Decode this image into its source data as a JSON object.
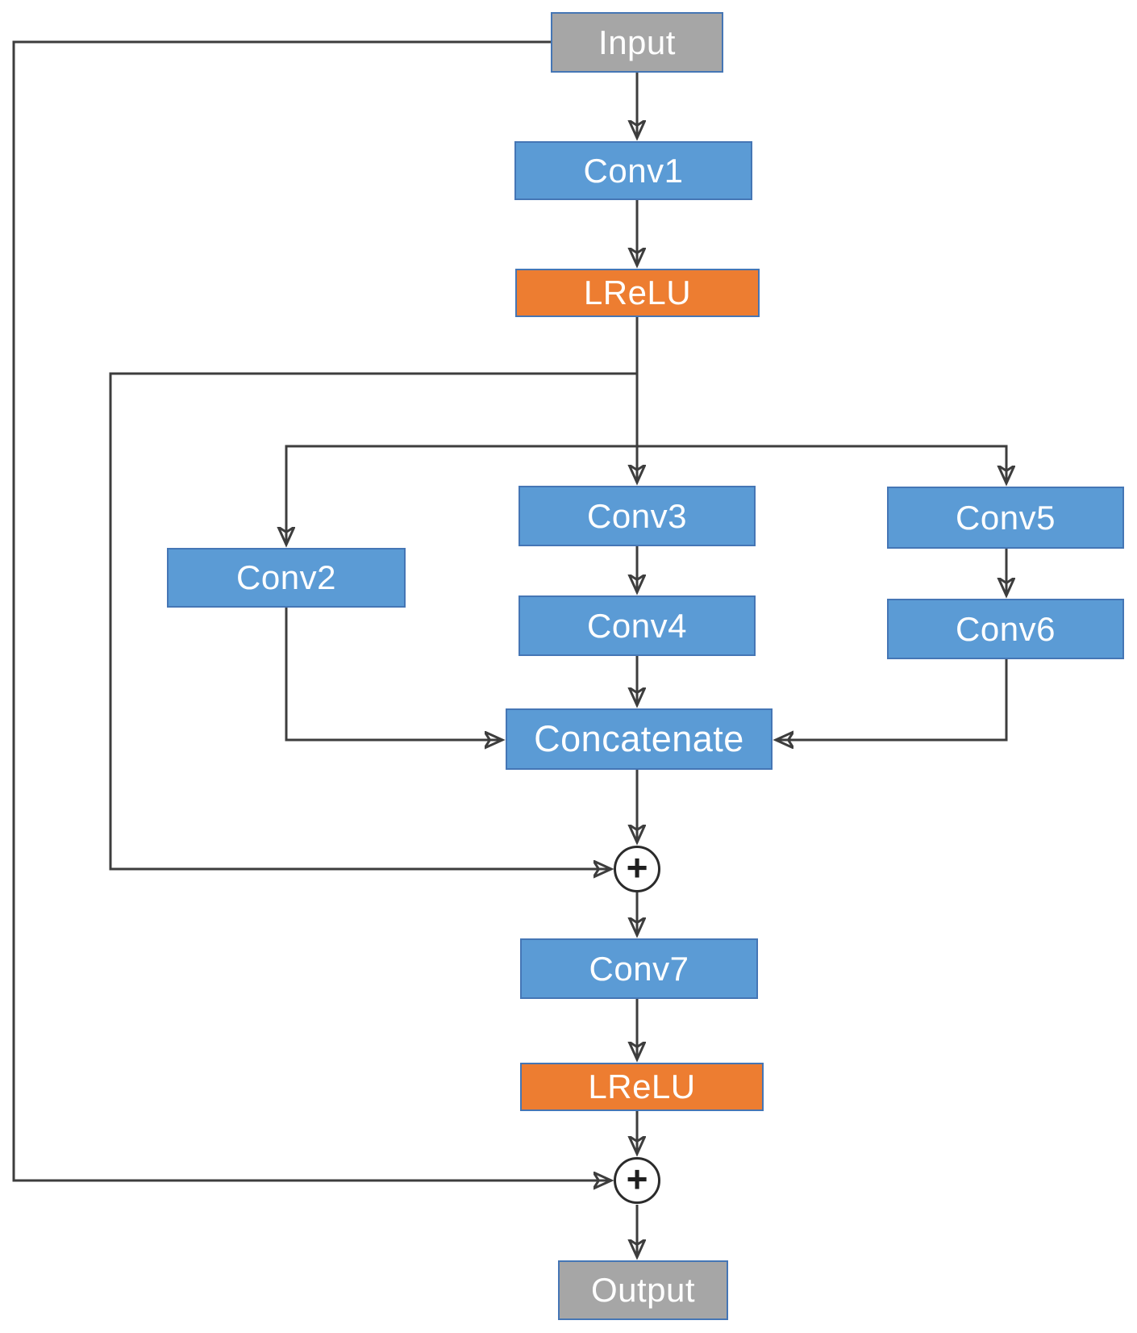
{
  "diagram": {
    "type": "neural-network-block-flowchart",
    "nodes": {
      "input": {
        "label": "Input"
      },
      "conv1": {
        "label": "Conv1"
      },
      "lrelu1": {
        "label": "LReLU"
      },
      "conv2": {
        "label": "Conv2"
      },
      "conv3": {
        "label": "Conv3"
      },
      "conv4": {
        "label": "Conv4"
      },
      "conv5": {
        "label": "Conv5"
      },
      "conv6": {
        "label": "Conv6"
      },
      "concatenate": {
        "label": "Concatenate"
      },
      "add1": {
        "label": "+"
      },
      "conv7": {
        "label": "Conv7"
      },
      "lrelu2": {
        "label": "LReLU"
      },
      "add2": {
        "label": "+"
      },
      "output": {
        "label": "Output"
      }
    },
    "edges": [
      {
        "from": "input",
        "to": "conv1"
      },
      {
        "from": "conv1",
        "to": "lrelu1"
      },
      {
        "from": "lrelu1",
        "to": "conv3"
      },
      {
        "from": "lrelu1",
        "to": "conv2"
      },
      {
        "from": "lrelu1",
        "to": "conv5"
      },
      {
        "from": "lrelu1",
        "to": "add1"
      },
      {
        "from": "conv2",
        "to": "concatenate"
      },
      {
        "from": "conv3",
        "to": "conv4"
      },
      {
        "from": "conv4",
        "to": "concatenate"
      },
      {
        "from": "conv5",
        "to": "conv6"
      },
      {
        "from": "conv6",
        "to": "concatenate"
      },
      {
        "from": "concatenate",
        "to": "add1"
      },
      {
        "from": "add1",
        "to": "conv7"
      },
      {
        "from": "conv7",
        "to": "lrelu2"
      },
      {
        "from": "lrelu2",
        "to": "add2"
      },
      {
        "from": "input",
        "to": "add2"
      },
      {
        "from": "add2",
        "to": "output"
      }
    ],
    "colors": {
      "conv_fill": "#5b9bd5",
      "activation_fill": "#ed7d31",
      "io_fill": "#a6a6a6",
      "box_border": "#4576b5",
      "connector": "#3d3d3d",
      "label_text": "#ffffff"
    }
  }
}
